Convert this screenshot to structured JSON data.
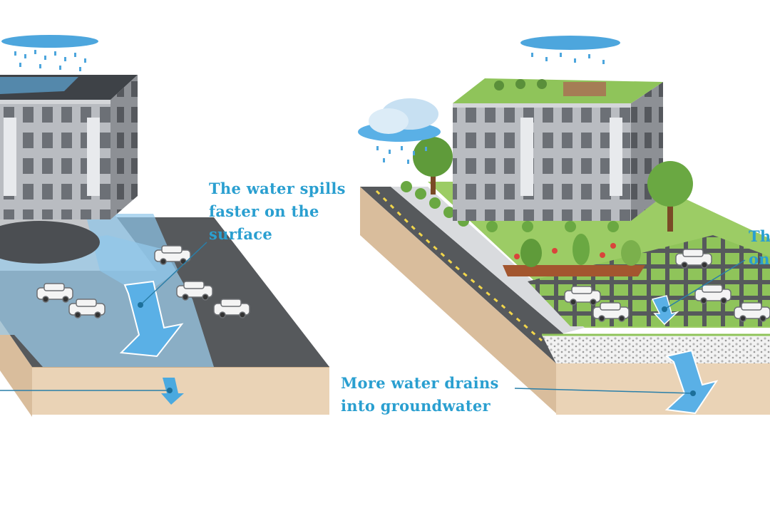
{
  "labels": {
    "left_callout": [
      "The water spills",
      "faster on the",
      "surface"
    ],
    "right_callout_bottom": [
      "More water drains",
      "into groundwater"
    ],
    "right_callout_cut": [
      "Th",
      "on"
    ]
  },
  "colors": {
    "label_text": "#2a9fd0",
    "water": "#4aa9df",
    "soil": "#ead3b6",
    "asphalt": "#56595c",
    "grass": "#8fc45a",
    "building": "#9b9ea3"
  }
}
